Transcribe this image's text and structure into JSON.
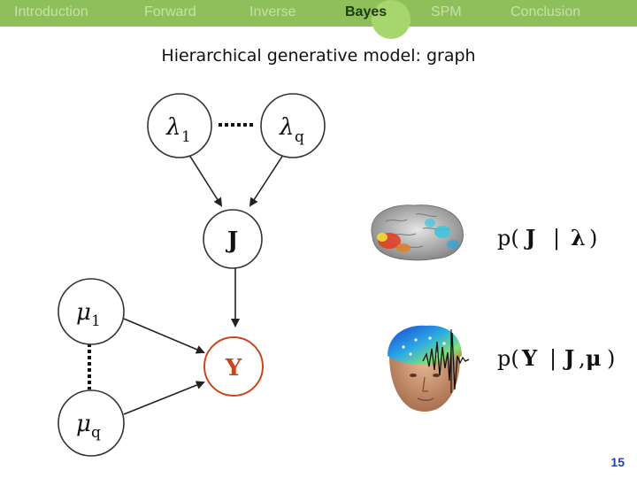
{
  "nav": {
    "items": [
      {
        "label": "Introduction",
        "active": false
      },
      {
        "label": "Forward",
        "active": false
      },
      {
        "label": "Inverse",
        "active": false
      },
      {
        "label": "Bayes",
        "active": true
      },
      {
        "label": "SPM",
        "active": false
      },
      {
        "label": "Conclusion",
        "active": false
      }
    ]
  },
  "title": "Hierarchical generative model: graph",
  "nodes": {
    "lambda1": {
      "sym": "λ",
      "sub": "1"
    },
    "lambdaq": {
      "sym": "λ",
      "sub": "q"
    },
    "J": {
      "sym": "J"
    },
    "mu1": {
      "sym": "μ",
      "sub": "1"
    },
    "muq": {
      "sym": "μ",
      "sub": "q"
    },
    "Y": {
      "sym": "Y"
    }
  },
  "equations": {
    "prior": {
      "p": "p(",
      "var": "J",
      "bar": "|",
      "cond": "λ",
      "close": ")"
    },
    "likelihood": {
      "p": "p(",
      "var": "Y",
      "bar": "|",
      "cond": "J",
      "comma": ",",
      "cond2": "μ",
      "close": ")"
    }
  },
  "colors": {
    "nav_bg": "#8fbf5a",
    "accent": "#c8461c",
    "page_number": "#1f3fbf"
  },
  "page_number": "15"
}
